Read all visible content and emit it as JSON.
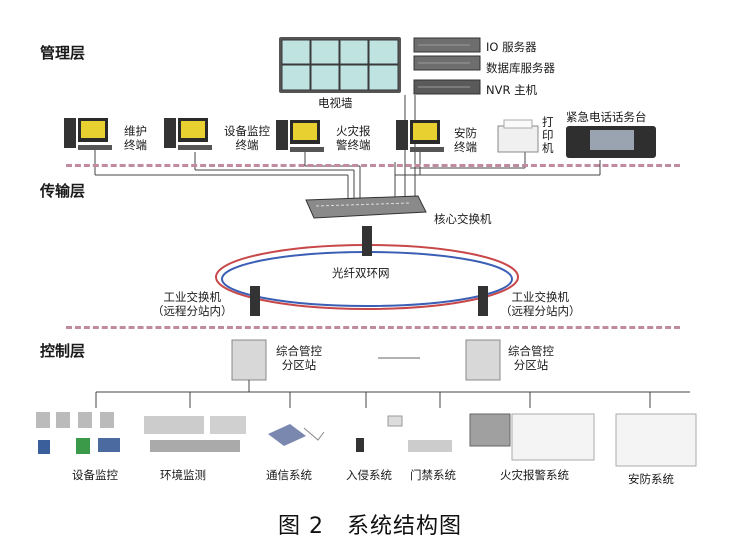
{
  "layers": {
    "management": "管理层",
    "transmission": "传输层",
    "control": "控制层"
  },
  "management": {
    "tv_wall": "电视墙",
    "servers": [
      "IO 服务器",
      "数据库服务器",
      "NVR 主机"
    ],
    "terminals": [
      "维护\n终端",
      "设备监控\n终端",
      "火灾报\n警终端",
      "安防\n终端"
    ],
    "printer": "打\n印\n机",
    "console": "紧急电话话务台"
  },
  "transmission": {
    "core_switch": "核心交换机",
    "fiber_ring": "光纤双环网",
    "industrial_switch_left": "工业交换机\n（远程分站内）",
    "industrial_switch_right": "工业交换机\n（远程分站内）"
  },
  "control": {
    "substation_left": "综合管控\n分区站",
    "substation_right": "综合管控\n分区站",
    "systems": [
      "设备监控",
      "环境监测",
      "通信系统",
      "入侵系统",
      "门禁系统",
      "火灾报警系统",
      "安防系统"
    ]
  },
  "caption": "图 2　系统结构图",
  "colors": {
    "separator": "#c28aa0",
    "ring_red": "#c8484a",
    "ring_blue": "#3a5fb5",
    "monitor_screen": "#e8d030"
  }
}
